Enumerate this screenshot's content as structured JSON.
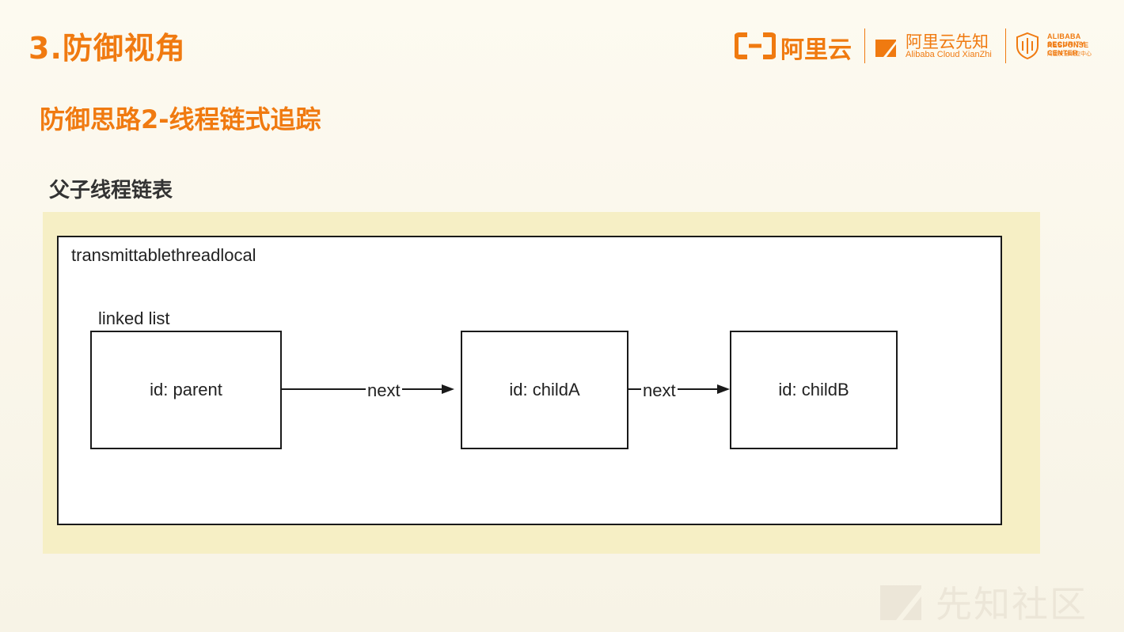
{
  "slide": {
    "title": "3.防御视角",
    "subtitle": "防御思路2-线程链式追踪",
    "section": "父子线程链表",
    "accent_color": "#f07a10"
  },
  "logos": {
    "aliyun": {
      "icon": "aliyun-logo-icon",
      "text": "阿里云"
    },
    "xianzhi": {
      "icon": "xianzhi-logo-icon",
      "cn": "阿里云先知",
      "en": "Alibaba Cloud XianZhi"
    },
    "asrc": {
      "icon": "shield-icon",
      "line1": "ALIBABA SECURITY",
      "line2": "RESPONSE CENTER",
      "line3": "阿里安全响应中心"
    }
  },
  "diagram": {
    "outer_label": "transmittablethreadlocal",
    "list_label": "linked list",
    "nodes": [
      {
        "label": "id: parent"
      },
      {
        "label": "id: childA"
      },
      {
        "label": "id: childB"
      }
    ],
    "edges": [
      {
        "label": "next"
      },
      {
        "label": "next"
      }
    ]
  },
  "watermark": {
    "icon": "xianzhi-watermark-icon",
    "text": "先知社区"
  }
}
